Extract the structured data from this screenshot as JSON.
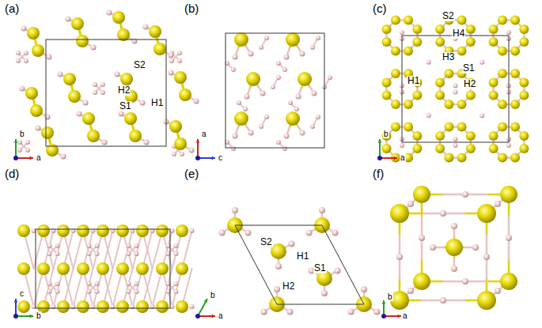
{
  "diagram": {
    "labels": [
      "(a)",
      "S2",
      "H2",
      "S1",
      "H1",
      "b",
      "a",
      "(b)",
      "a",
      "c",
      "(c)",
      "S2",
      "H4",
      "H3",
      "S1",
      "H1",
      "H2",
      "b",
      "a",
      "(d)",
      "c",
      "b",
      "(e)",
      "S2",
      "H1",
      "S1",
      "H2",
      "b",
      "a",
      "(f)",
      "b",
      "a"
    ]
  }
}
